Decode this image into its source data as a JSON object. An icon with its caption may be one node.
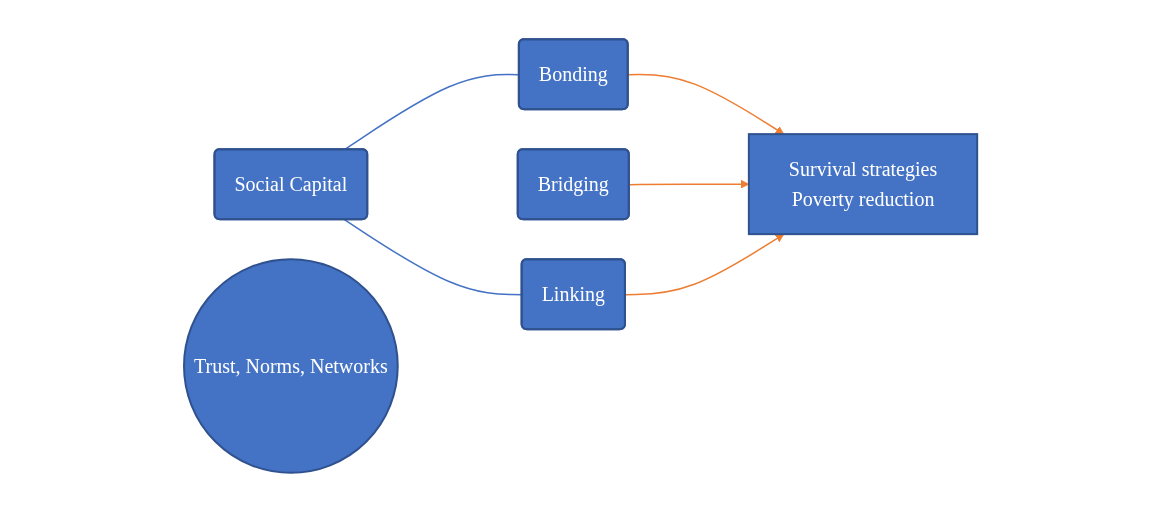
{
  "diagram": {
    "nodes": [
      {
        "text": [
          "Social Capital"
        ]
      },
      {
        "text": [
          "Trust, Norms, Networks"
        ]
      },
      {
        "text": [
          "Bonding"
        ]
      },
      {
        "text": [
          "Bridging"
        ]
      },
      {
        "text": [
          "Linking"
        ]
      },
      {
        "text": [
          "Survival strategies",
          "Poverty reduction"
        ]
      }
    ],
    "edges": [
      {
        "from": 0,
        "to": 2,
        "arrow": "none",
        "color": "#4472c4"
      },
      {
        "from": 0,
        "to": 4,
        "arrow": "none",
        "color": "#4472c4"
      },
      {
        "from": 2,
        "to": 5,
        "arrow": "to"
      },
      {
        "from": 3,
        "to": 5,
        "arrow": "to"
      },
      {
        "from": 4,
        "to": 5,
        "arrow": "to"
      }
    ]
  }
}
